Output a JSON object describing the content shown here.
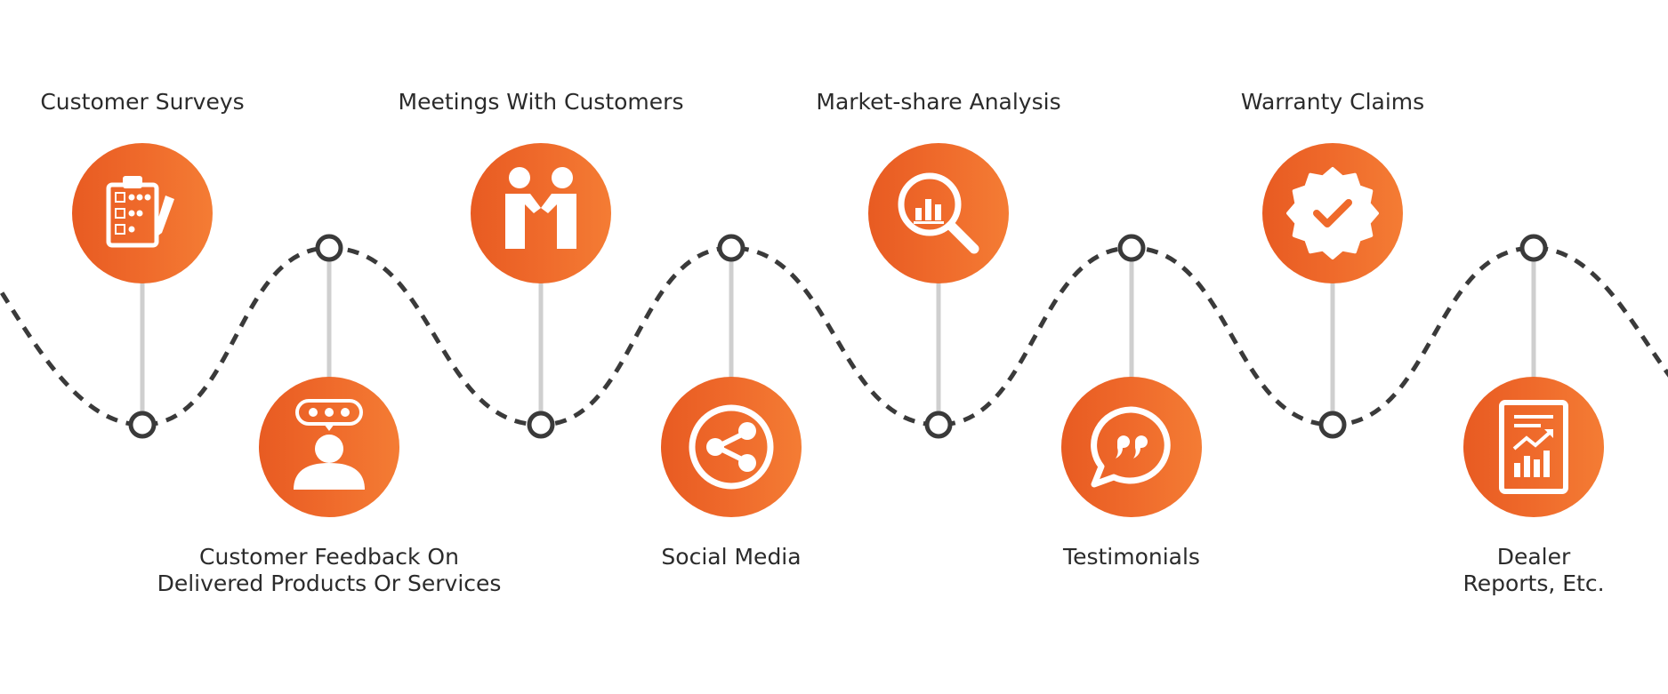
{
  "colors": {
    "orange": "#ef6a2b",
    "orange_light": "#f47c34",
    "line": "#3a3a3a",
    "connector": "#cfcfcf",
    "text": "#2b2b2b"
  },
  "steps": [
    {
      "label_lines": [
        "Customer Surveys"
      ],
      "icon": "clipboard-checklist-icon",
      "position": "top"
    },
    {
      "label_lines": [
        "Customer Feedback On",
        "Delivered Products Or Services"
      ],
      "icon": "star-rating-person-icon",
      "position": "bottom"
    },
    {
      "label_lines": [
        "Meetings With Customers"
      ],
      "icon": "handshake-people-icon",
      "position": "top"
    },
    {
      "label_lines": [
        "Social Media"
      ],
      "icon": "share-icon",
      "position": "bottom"
    },
    {
      "label_lines": [
        "Market-share Analysis"
      ],
      "icon": "magnifier-chart-icon",
      "position": "top"
    },
    {
      "label_lines": [
        "Testimonials"
      ],
      "icon": "quote-bubble-icon",
      "position": "bottom"
    },
    {
      "label_lines": [
        "Warranty Claims"
      ],
      "icon": "badge-check-icon",
      "position": "top"
    },
    {
      "label_lines": [
        "Dealer",
        "Reports, Etc."
      ],
      "icon": "report-chart-icon",
      "position": "bottom"
    }
  ]
}
